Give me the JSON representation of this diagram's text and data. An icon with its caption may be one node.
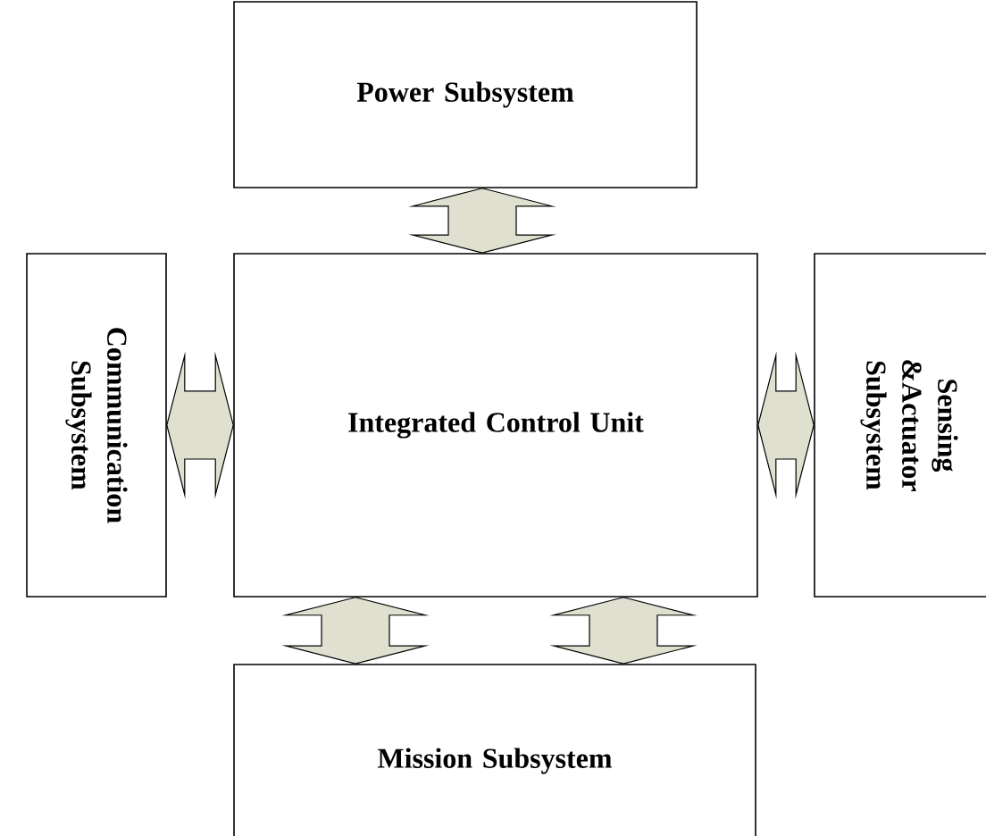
{
  "diagram": {
    "nodes": [
      {
        "text": [
          "Power Subsystem"
        ]
      },
      {
        "text": [
          "Communication Subsystem"
        ]
      },
      {
        "text": [
          "Integrated Control Unit"
        ]
      },
      {
        "text": [
          "Sensing &Actuator Subsystem"
        ]
      },
      {
        "text": [
          "Mission Subsystem"
        ]
      }
    ],
    "edges": [
      {
        "from": 0,
        "to": 2,
        "arrow": "both"
      },
      {
        "from": 1,
        "to": 2,
        "arrow": "both"
      },
      {
        "from": 2,
        "to": 3,
        "arrow": "both"
      },
      {
        "from": 2,
        "to": 4,
        "arrow": "both"
      },
      {
        "from": 2,
        "to": 4,
        "arrow": "both"
      }
    ]
  }
}
